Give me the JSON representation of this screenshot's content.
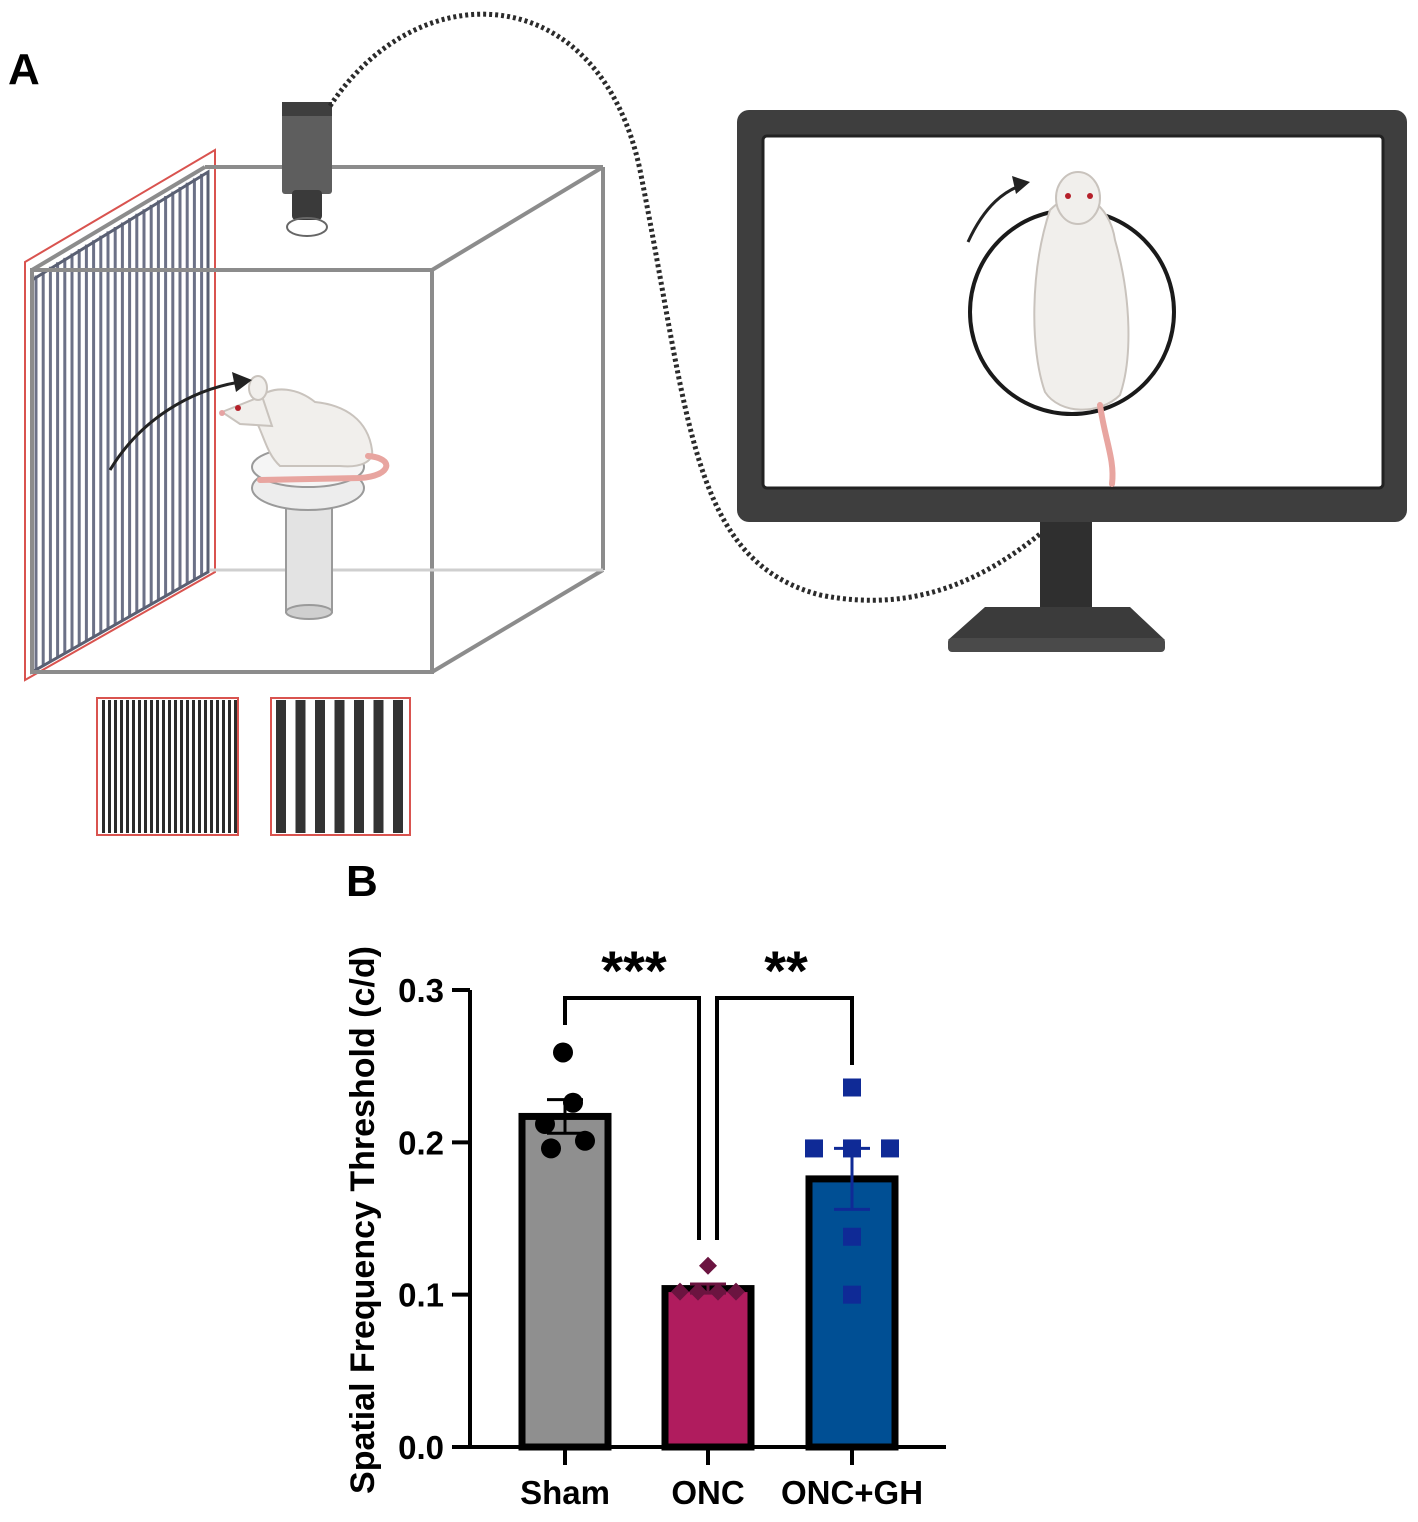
{
  "panels": {
    "a": "A",
    "b": "B"
  },
  "chart_data": {
    "type": "bar",
    "title": "",
    "xlabel": "",
    "ylabel": "Spatial Frequency Threshold (c/d)",
    "ylim": [
      0,
      0.3
    ],
    "yticks": [
      "0.0",
      "0.1",
      "0.2",
      "0.3"
    ],
    "yticks_values": [
      0,
      0.1,
      0.2,
      0.3
    ],
    "grid": false,
    "categories": [
      "Sham",
      "ONC",
      "ONC+GH"
    ],
    "values": [
      0.217,
      0.104,
      0.176
    ],
    "sem": [
      0.011,
      0.003,
      0.02
    ],
    "points": [
      [
        0.259,
        0.226,
        0.212,
        0.201,
        0.196
      ],
      [
        0.119,
        0.102,
        0.102,
        0.102,
        0.102
      ],
      [
        0.236,
        0.196,
        0.196,
        0.196,
        0.138,
        0.1
      ]
    ],
    "colors": [
      "#8f8f8f",
      "#b01c5e",
      "#004f94"
    ],
    "point_colors": [
      "#000000",
      "#6b1440",
      "#0f2a96"
    ],
    "point_markers": [
      "circle",
      "diamond",
      "square"
    ],
    "comparisons": [
      {
        "from": "Sham",
        "to": "ONC",
        "label": "***"
      },
      {
        "from": "ONC",
        "to": "ONC+GH",
        "label": "**"
      }
    ]
  }
}
